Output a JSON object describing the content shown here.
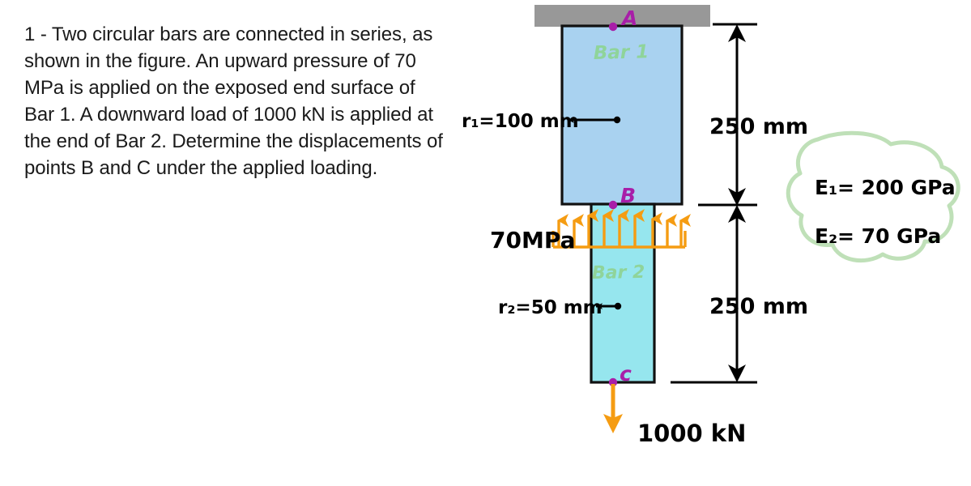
{
  "problem": {
    "text": "1 - Two circular bars are connected in series, as shown in the figure. An upward pressure of 70 MPa is applied on the exposed end surface of Bar 1. A downward load of 1000 kN is applied at the end of Bar 2. Determine the displacements of points B and C under the applied loading."
  },
  "figure": {
    "support_label": "fixed-support",
    "bar1": {
      "label": "Bar 1",
      "fill": "#a9d2f0",
      "stroke": "#000000",
      "radius_label": "r₁=100 mm",
      "radius_value": 100,
      "radius_unit": "mm",
      "length_label": "250 mm",
      "length_value": 250,
      "modulus_label": "E₁= 200 GPa",
      "modulus_value": 200,
      "modulus_unit": "GPa"
    },
    "bar2": {
      "label": "Bar 2",
      "fill": "#96e6ee",
      "stroke": "#000000",
      "radius_label": "r₂=50 mm",
      "radius_value": 50,
      "radius_unit": "mm",
      "length_label": "250 mm",
      "length_value": 250,
      "modulus_label": "E₂= 70 GPa",
      "modulus_value": 70,
      "modulus_unit": "GPa"
    },
    "points": [
      {
        "name": "A",
        "label": "A",
        "color": "#a81ea8"
      },
      {
        "name": "B",
        "label": "B",
        "color": "#a81ea8"
      },
      {
        "name": "C",
        "label": "c",
        "color": "#a81ea8"
      }
    ],
    "loads": [
      {
        "name": "distributed-pressure",
        "label": "70MPa",
        "value": 70,
        "unit": "MPa",
        "direction": "up",
        "color": "#f59c12",
        "arrow_count": 9
      },
      {
        "name": "point-load",
        "label": "1000 kN",
        "value": 1000,
        "unit": "kN",
        "direction": "down",
        "color": "#f59c12"
      }
    ],
    "colors": {
      "support_gray": "#989898",
      "bar1_blue": "#a9d2f0",
      "bar2_cyan": "#96e6ee",
      "label_green": "#8fd49a",
      "point_magenta": "#a81ea8",
      "load_orange": "#f59c12",
      "cloud_green": "#bfe0b8",
      "ink_black": "#000000"
    },
    "callout": {
      "name": "material-properties-cloud",
      "lines": [
        "E₁= 200 GPa",
        "E₂= 70 GPa"
      ]
    }
  }
}
